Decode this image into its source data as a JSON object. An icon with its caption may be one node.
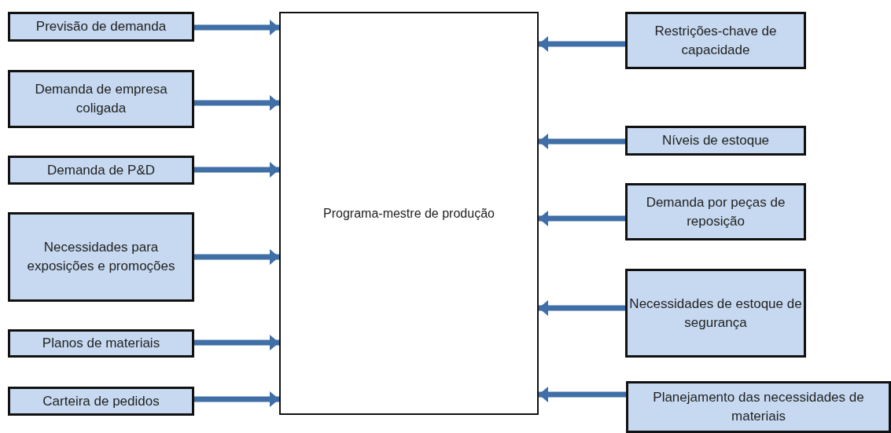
{
  "diagram": {
    "nodes": [
      {
        "text": [
          "Previsão de demanda"
        ]
      },
      {
        "text": [
          "Demanda de empresa coligada"
        ]
      },
      {
        "text": [
          "Demanda de P&D"
        ]
      },
      {
        "text": [
          "Necessidades para exposições e promoções"
        ]
      },
      {
        "text": [
          "Planos de materiais"
        ]
      },
      {
        "text": [
          "Carteira de pedidos"
        ]
      },
      {
        "text": [
          "Programa-mestre de produção"
        ]
      },
      {
        "text": [
          "Restrições-chave de capacidade"
        ]
      },
      {
        "text": [
          "Níveis de estoque"
        ]
      },
      {
        "text": [
          "Demanda por peças de reposição"
        ]
      },
      {
        "text": [
          "Necessidades de estoque de segurança"
        ]
      },
      {
        "text": [
          "Planejamento das necessidades de materiais"
        ]
      }
    ],
    "edges": [
      {
        "from": 0,
        "to": 6,
        "arrow": "to"
      },
      {
        "from": 1,
        "to": 6,
        "arrow": "to"
      },
      {
        "from": 2,
        "to": 6,
        "arrow": "to"
      },
      {
        "from": 3,
        "to": 6,
        "arrow": "to"
      },
      {
        "from": 4,
        "to": 6,
        "arrow": "to"
      },
      {
        "from": 5,
        "to": 6,
        "arrow": "to"
      },
      {
        "from": 7,
        "to": 6,
        "arrow": "to"
      },
      {
        "from": 8,
        "to": 6,
        "arrow": "to"
      },
      {
        "from": 9,
        "to": 6,
        "arrow": "to"
      },
      {
        "from": 10,
        "to": 6,
        "arrow": "to"
      },
      {
        "from": 11,
        "to": 6,
        "arrow": "to"
      }
    ]
  }
}
